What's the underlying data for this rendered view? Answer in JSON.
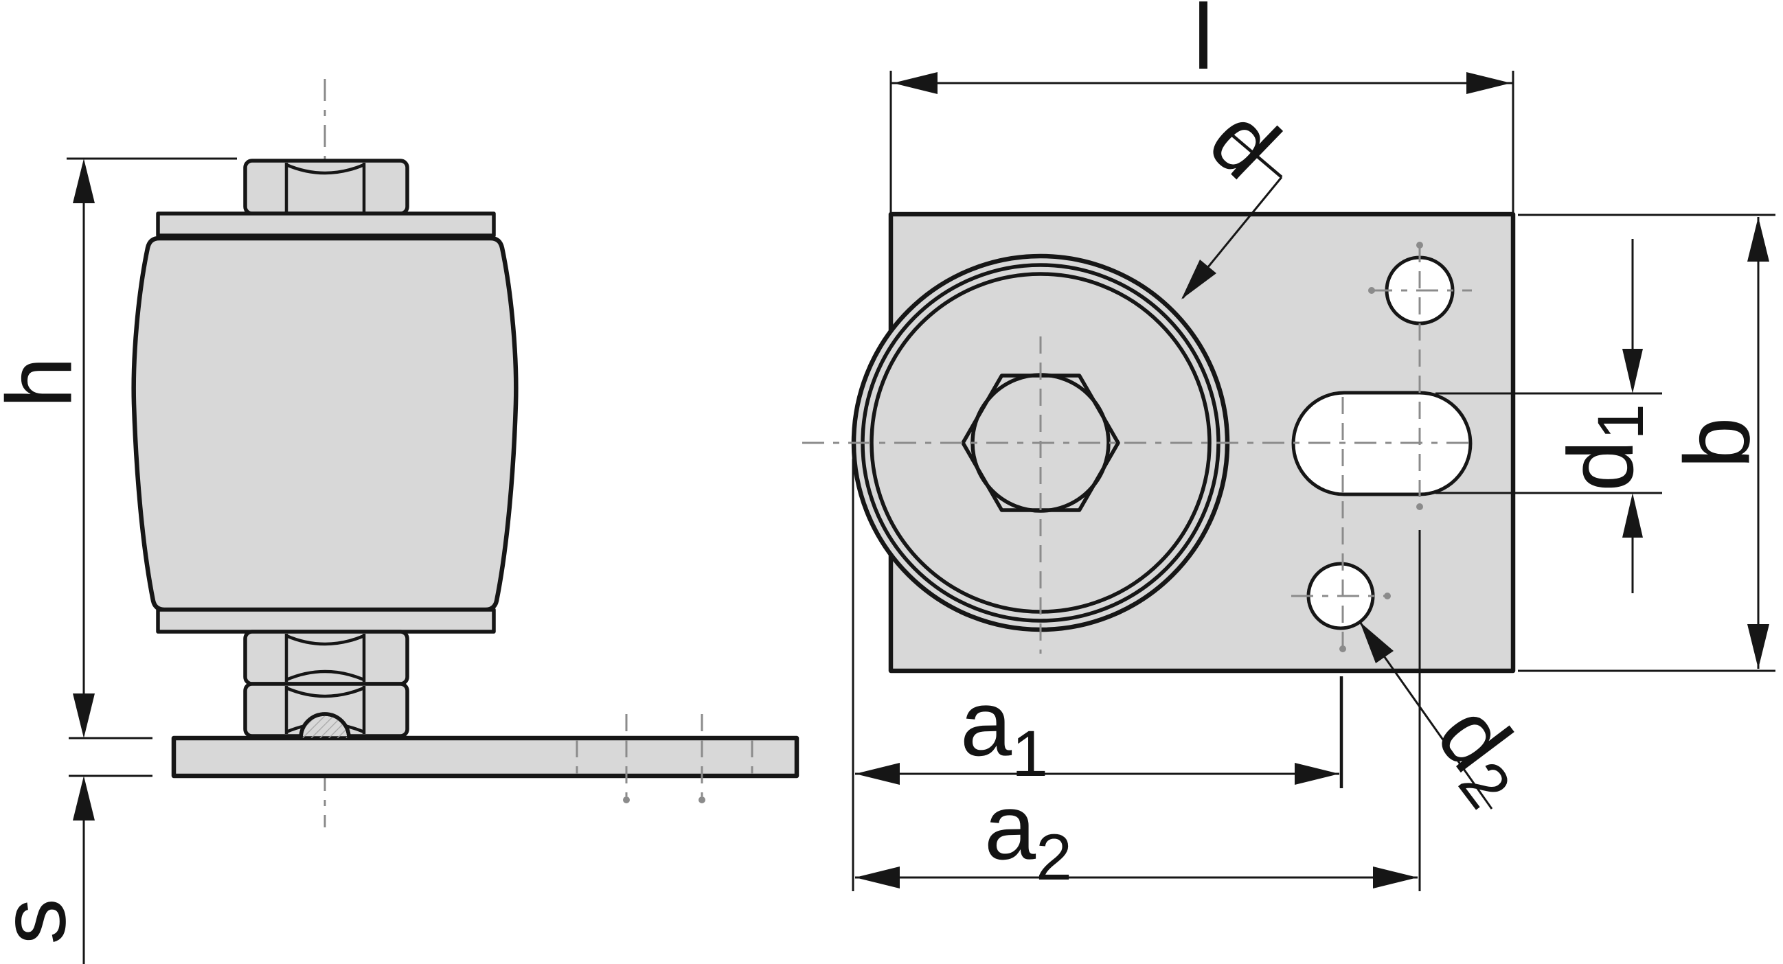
{
  "drawing": {
    "kind": "technical-dimension-drawing",
    "views": {
      "side_view": "machine foot side elevation with barrel body, hex nuts, ball and base plate",
      "top_view": "mounting plate plan view with round cap, hex socket, two holes and slot"
    },
    "labels": {
      "length_l": {
        "base": "l"
      },
      "diameter_d": {
        "base": "d"
      },
      "hole_d1": {
        "base": "d",
        "sub": "1"
      },
      "hole_d2": {
        "base": "d",
        "sub": "2"
      },
      "width_b": {
        "base": "b"
      },
      "distance_a1": {
        "base": "a",
        "sub": "1"
      },
      "distance_a2": {
        "base": "a",
        "sub": "2"
      },
      "height_h": {
        "base": "h"
      },
      "thickness_s": {
        "base": "s"
      }
    },
    "colors": {
      "part_fill": "#d8d8d8",
      "hole_fill": "#ffffff",
      "line": "#161616",
      "centerline": "#8b8b8b",
      "background": "#ffffff"
    }
  }
}
